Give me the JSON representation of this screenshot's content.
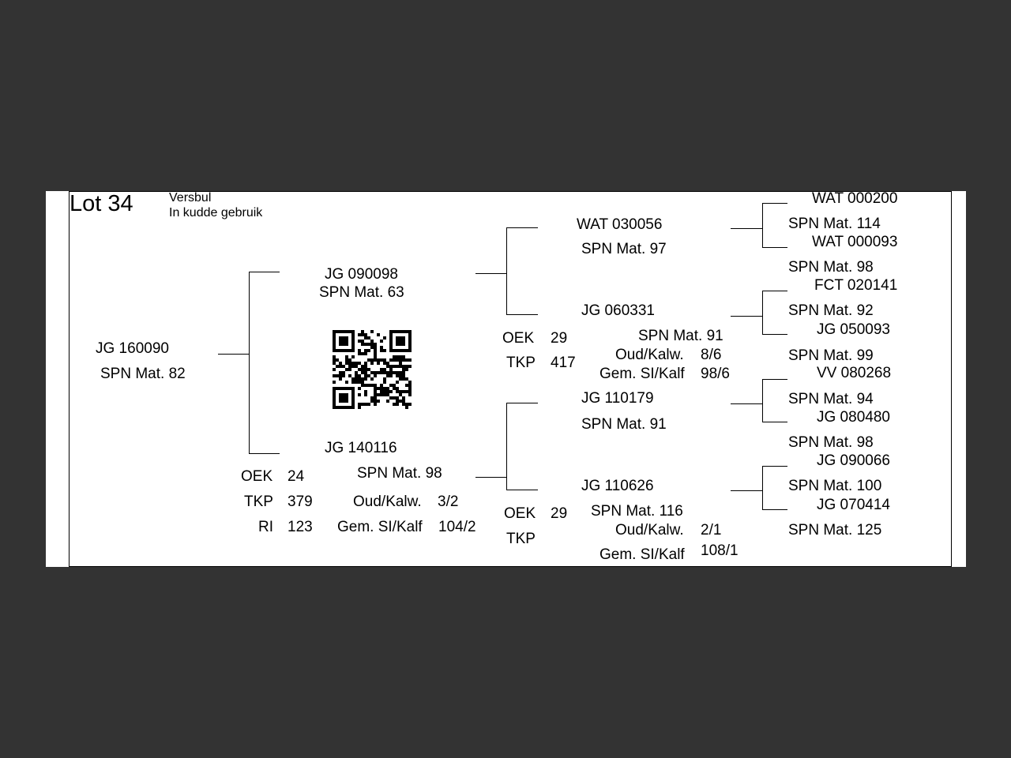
{
  "header": {
    "lot": "Lot 34",
    "status_1": "Versbul",
    "status_2": "In kudde gebruik"
  },
  "subject": {
    "id": "JG  160090",
    "spn": "SPN Mat. 82"
  },
  "sire": {
    "id": "JG  090098",
    "spn": "SPN Mat. 63"
  },
  "dam": {
    "id": "JG  140116",
    "spn": "SPN Mat. 98",
    "oek_label": "OEK",
    "oek": "24",
    "tkp_label": "TKP",
    "tkp": "379",
    "ri_label": "RI",
    "ri": "123",
    "oud_label": "Oud/Kalw.",
    "oud": "3/2",
    "gem_label": "Gem. SI/Kalf",
    "gem": "104/2"
  },
  "ss": {
    "id": "WAT 030056",
    "spn": "SPN Mat. 97"
  },
  "sd": {
    "id": "JG  060331",
    "spn": "SPN Mat. 91",
    "oek_label": "OEK",
    "oek": "29",
    "tkp_label": "TKP",
    "tkp": "417",
    "oud_label": "Oud/Kalw.",
    "oud": "8/6",
    "gem_label": "Gem. SI/Kalf",
    "gem": "98/6"
  },
  "ds": {
    "id": "JG  110179",
    "spn": "SPN Mat. 91"
  },
  "dd": {
    "id": "JG  110626",
    "spn": "SPN Mat. 116",
    "oek_label": "OEK",
    "oek": "29",
    "tkp_label": "TKP",
    "oud_label": "Oud/Kalw.",
    "oud": "2/1",
    "gem_label": "Gem. SI/Kalf",
    "gem": "108/1"
  },
  "gen3": [
    {
      "id": "WAT 000200",
      "spn": "SPN Mat. 114"
    },
    {
      "id": "WAT 000093",
      "spn": "SPN Mat. 98"
    },
    {
      "id": "FCT 020141",
      "spn": "SPN Mat. 92"
    },
    {
      "id": "JG  050093",
      "spn": "SPN Mat. 99"
    },
    {
      "id": "VV  080268",
      "spn": "SPN Mat. 94"
    },
    {
      "id": "JG  080480",
      "spn": "SPN Mat. 98"
    },
    {
      "id": "JG  090066",
      "spn": "SPN Mat. 100"
    },
    {
      "id": "JG  070414",
      "spn": "SPN Mat. 125"
    }
  ]
}
